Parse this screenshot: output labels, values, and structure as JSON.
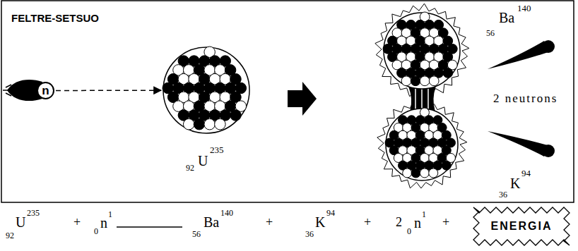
{
  "diagram": {
    "title": "FELTRE-SETSUO",
    "nodes": [
      {
        "text": [
          "n"
        ]
      },
      {
        "text": [
          "92",
          "U",
          "235"
        ]
      },
      {
        "text": [
          "56",
          "Ba",
          "140"
        ]
      },
      {
        "text": [
          "36",
          "K",
          "94"
        ]
      },
      {
        "text": [
          "ENERGIA"
        ]
      }
    ],
    "edges": [
      {
        "from": 0,
        "to": 1,
        "arrow": "to"
      }
    ],
    "labels": [
      "2 neutrons",
      "92",
      "U",
      "235",
      "+",
      "0",
      "n",
      "1",
      "56",
      "Ba",
      "140",
      "+",
      "36",
      "K",
      "94",
      "+",
      "2",
      "0",
      "n",
      "1",
      "+"
    ]
  }
}
